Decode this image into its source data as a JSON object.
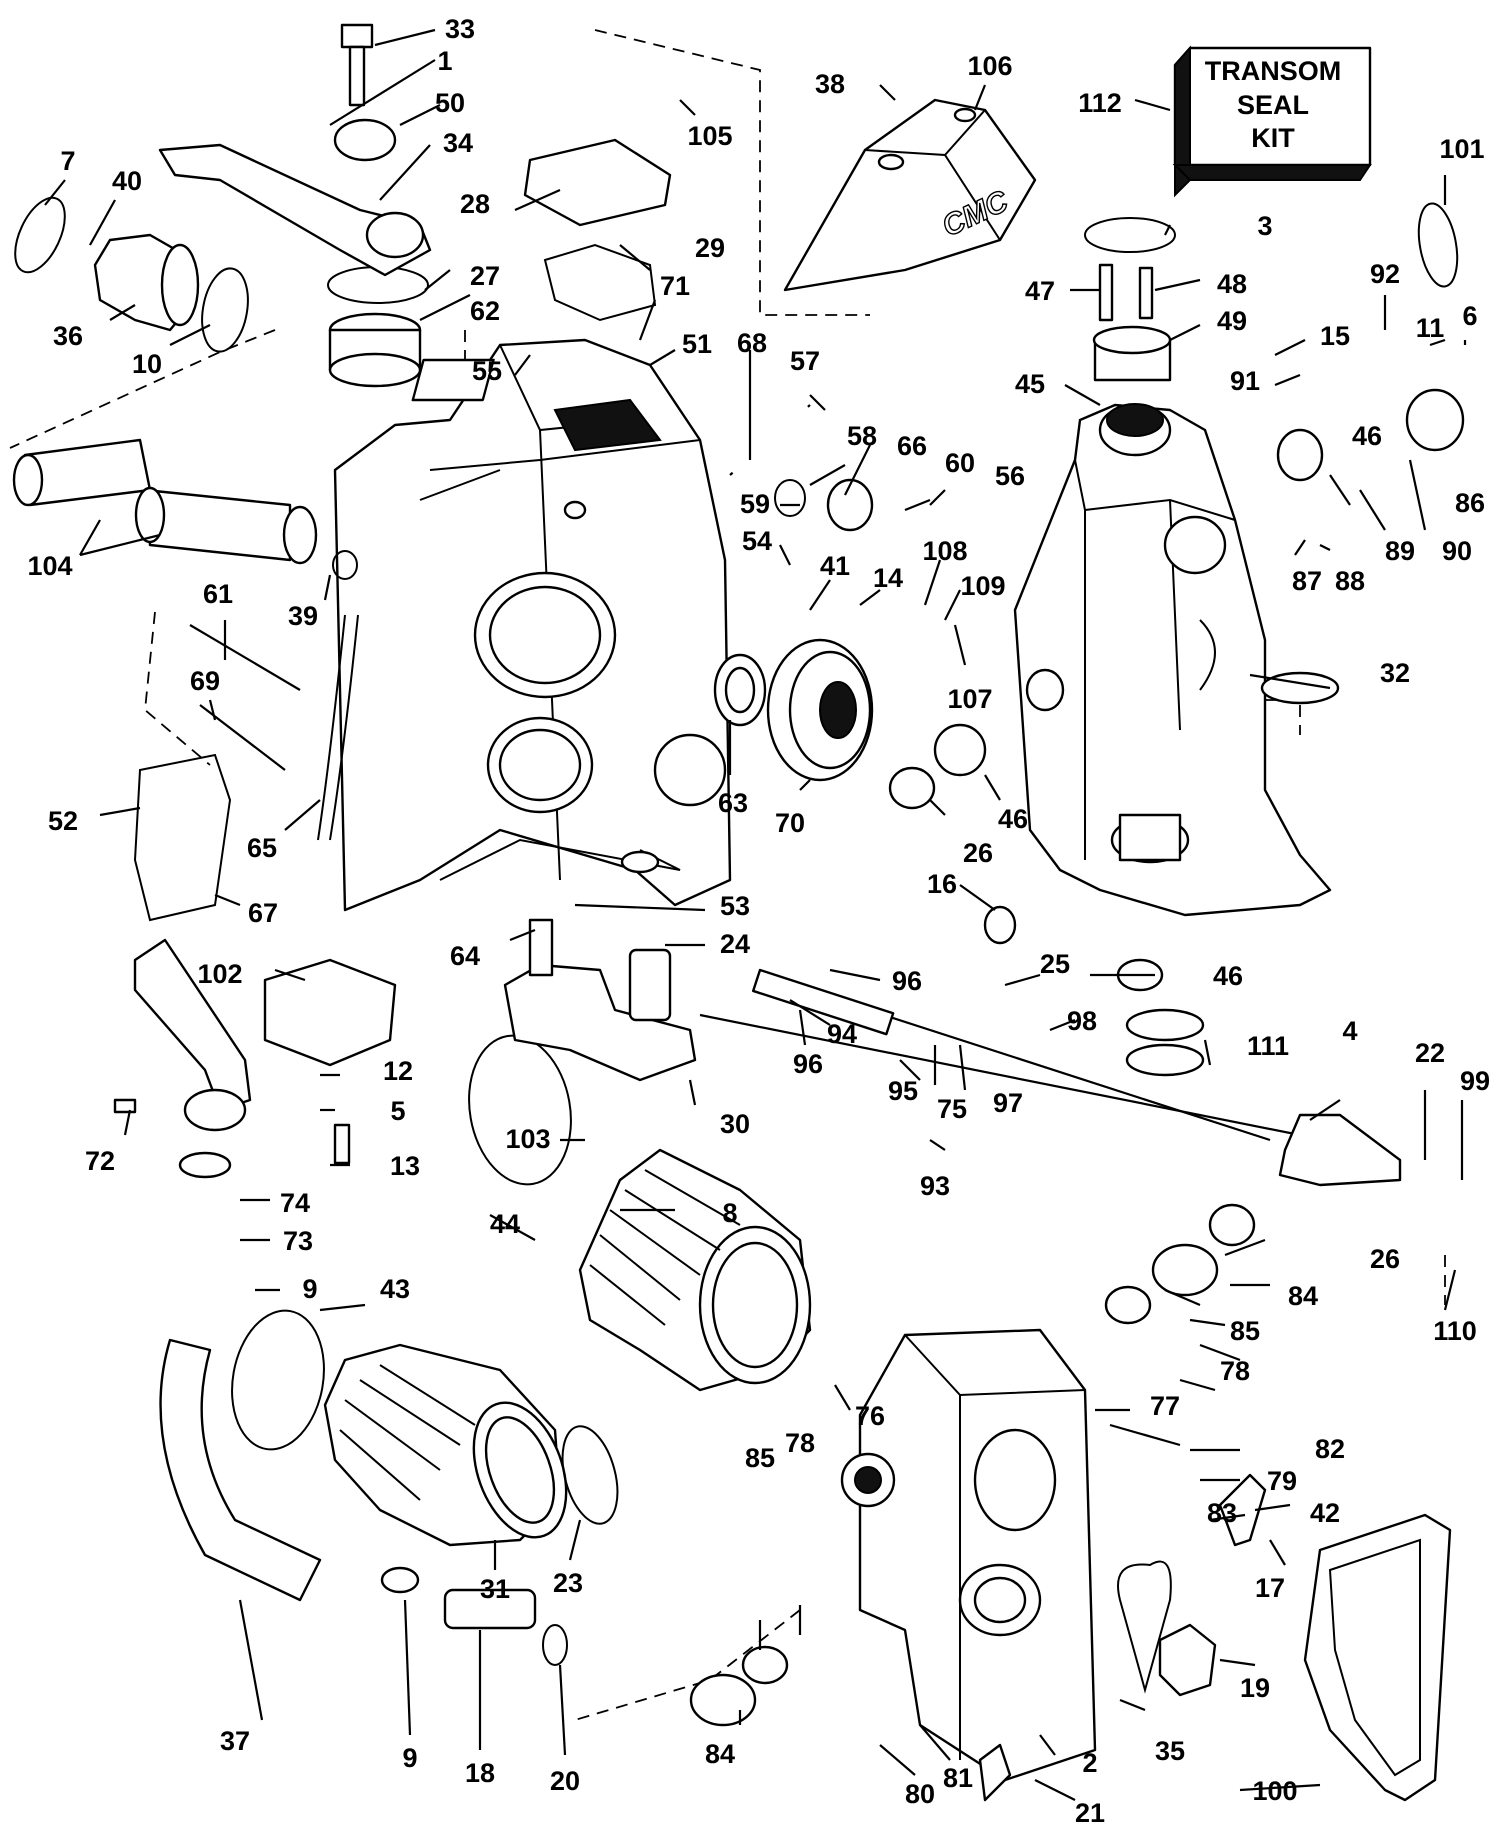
{
  "kit_box": {
    "lines": [
      "TRANSOM",
      "SEAL",
      "KIT"
    ]
  },
  "logo": {
    "text": "CMC"
  },
  "callouts": [
    {
      "n": "33"
    },
    {
      "n": "1"
    },
    {
      "n": "50"
    },
    {
      "n": "34"
    },
    {
      "n": "7"
    },
    {
      "n": "40"
    },
    {
      "n": "36"
    },
    {
      "n": "10"
    },
    {
      "n": "27"
    },
    {
      "n": "62"
    },
    {
      "n": "55"
    },
    {
      "n": "28"
    },
    {
      "n": "105"
    },
    {
      "n": "29"
    },
    {
      "n": "71"
    },
    {
      "n": "51"
    },
    {
      "n": "38"
    },
    {
      "n": "106"
    },
    {
      "n": "112"
    },
    {
      "n": "101"
    },
    {
      "n": "3"
    },
    {
      "n": "47"
    },
    {
      "n": "48"
    },
    {
      "n": "49"
    },
    {
      "n": "92"
    },
    {
      "n": "11"
    },
    {
      "n": "6"
    },
    {
      "n": "15"
    },
    {
      "n": "91"
    },
    {
      "n": "45"
    },
    {
      "n": "68"
    },
    {
      "n": "57"
    },
    {
      "n": "58"
    },
    {
      "n": "66"
    },
    {
      "n": "60"
    },
    {
      "n": "56"
    },
    {
      "n": "59"
    },
    {
      "n": "54"
    },
    {
      "n": "41"
    },
    {
      "n": "14"
    },
    {
      "n": "108"
    },
    {
      "n": "109"
    },
    {
      "n": "107"
    },
    {
      "n": "46"
    },
    {
      "n": "86"
    },
    {
      "n": "90"
    },
    {
      "n": "89"
    },
    {
      "n": "87"
    },
    {
      "n": "88"
    },
    {
      "n": "104"
    },
    {
      "n": "39"
    },
    {
      "n": "61"
    },
    {
      "n": "69"
    },
    {
      "n": "52"
    },
    {
      "n": "65"
    },
    {
      "n": "67"
    },
    {
      "n": "63"
    },
    {
      "n": "70"
    },
    {
      "n": "26"
    },
    {
      "n": "46"
    },
    {
      "n": "32"
    },
    {
      "n": "16"
    },
    {
      "n": "64"
    },
    {
      "n": "53"
    },
    {
      "n": "24"
    },
    {
      "n": "102"
    },
    {
      "n": "30"
    },
    {
      "n": "96"
    },
    {
      "n": "25"
    },
    {
      "n": "46"
    },
    {
      "n": "94"
    },
    {
      "n": "96"
    },
    {
      "n": "95"
    },
    {
      "n": "75"
    },
    {
      "n": "97"
    },
    {
      "n": "98"
    },
    {
      "n": "111"
    },
    {
      "n": "93"
    },
    {
      "n": "4"
    },
    {
      "n": "22"
    },
    {
      "n": "99"
    },
    {
      "n": "12"
    },
    {
      "n": "5"
    },
    {
      "n": "13"
    },
    {
      "n": "72"
    },
    {
      "n": "103"
    },
    {
      "n": "8"
    },
    {
      "n": "74"
    },
    {
      "n": "73"
    },
    {
      "n": "9"
    },
    {
      "n": "44"
    },
    {
      "n": "43"
    },
    {
      "n": "26"
    },
    {
      "n": "84"
    },
    {
      "n": "110"
    },
    {
      "n": "85"
    },
    {
      "n": "78"
    },
    {
      "n": "76"
    },
    {
      "n": "77"
    },
    {
      "n": "82"
    },
    {
      "n": "79"
    },
    {
      "n": "83"
    },
    {
      "n": "42"
    },
    {
      "n": "17"
    },
    {
      "n": "19"
    },
    {
      "n": "35"
    },
    {
      "n": "31"
    },
    {
      "n": "23"
    },
    {
      "n": "78"
    },
    {
      "n": "85"
    },
    {
      "n": "84"
    },
    {
      "n": "37"
    },
    {
      "n": "9"
    },
    {
      "n": "18"
    },
    {
      "n": "20"
    },
    {
      "n": "80"
    },
    {
      "n": "81"
    },
    {
      "n": "2"
    },
    {
      "n": "21"
    },
    {
      "n": "100"
    }
  ]
}
